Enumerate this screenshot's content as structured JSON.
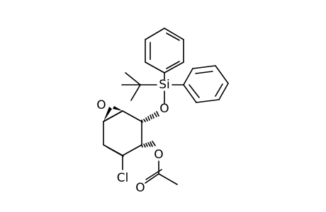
{
  "molecule": {
    "atoms": {
      "epoxide_oxygen": "O",
      "silyl_ether_oxygen": "O",
      "silicon": "Si",
      "chlorine": "Cl",
      "ester_oxygen": "O",
      "carbonyl_oxygen": "O"
    }
  },
  "colors": {
    "bond": "#000000",
    "label": "#000000",
    "background": "#ffffff"
  }
}
